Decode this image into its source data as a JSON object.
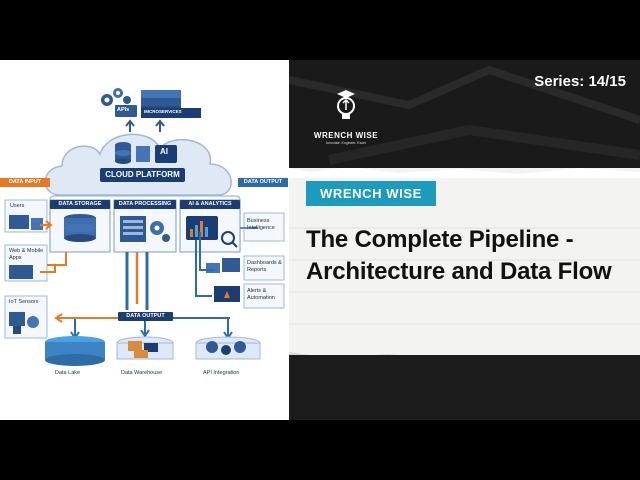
{
  "series": {
    "label": "Series: 14/15"
  },
  "brand": {
    "logo_name": "WRENCH WISE",
    "logo_tagline": "Innovate. Engineer. Excel",
    "badge": "WRENCH WISE"
  },
  "title": "The Complete Pipeline - Architecture and Data Flow",
  "diagram": {
    "top_labels": {
      "apis": "APIs",
      "microservices": "MICROSERVICES"
    },
    "cloud": "CLOUD PLATFORM",
    "ai_tag": "AI",
    "data_input": "DATA INPUT",
    "data_output_right": "DATA OUTPUT",
    "data_output_bottom": "DATA OUTPUT",
    "boxes": {
      "storage": "DATA STORAGE",
      "processing": "DATA PROCESSING",
      "analytics": "AI & ANALYTICS"
    },
    "inputs": {
      "users": "Users",
      "web": "Web & Mobile Apps",
      "iot": "IoT Sensors"
    },
    "outputs": {
      "bi": "Business Intelligence",
      "dash": "Dashboards & Reports",
      "alerts": "Alerts & Automation"
    },
    "sinks": {
      "lake": "Data Lake",
      "warehouse": "Data Warehouse",
      "api": "API Integration"
    }
  },
  "colors": {
    "navy": "#1a3d73",
    "orange": "#e67a22",
    "teal": "#1d9bbd",
    "blue": "#2b6cb0"
  }
}
